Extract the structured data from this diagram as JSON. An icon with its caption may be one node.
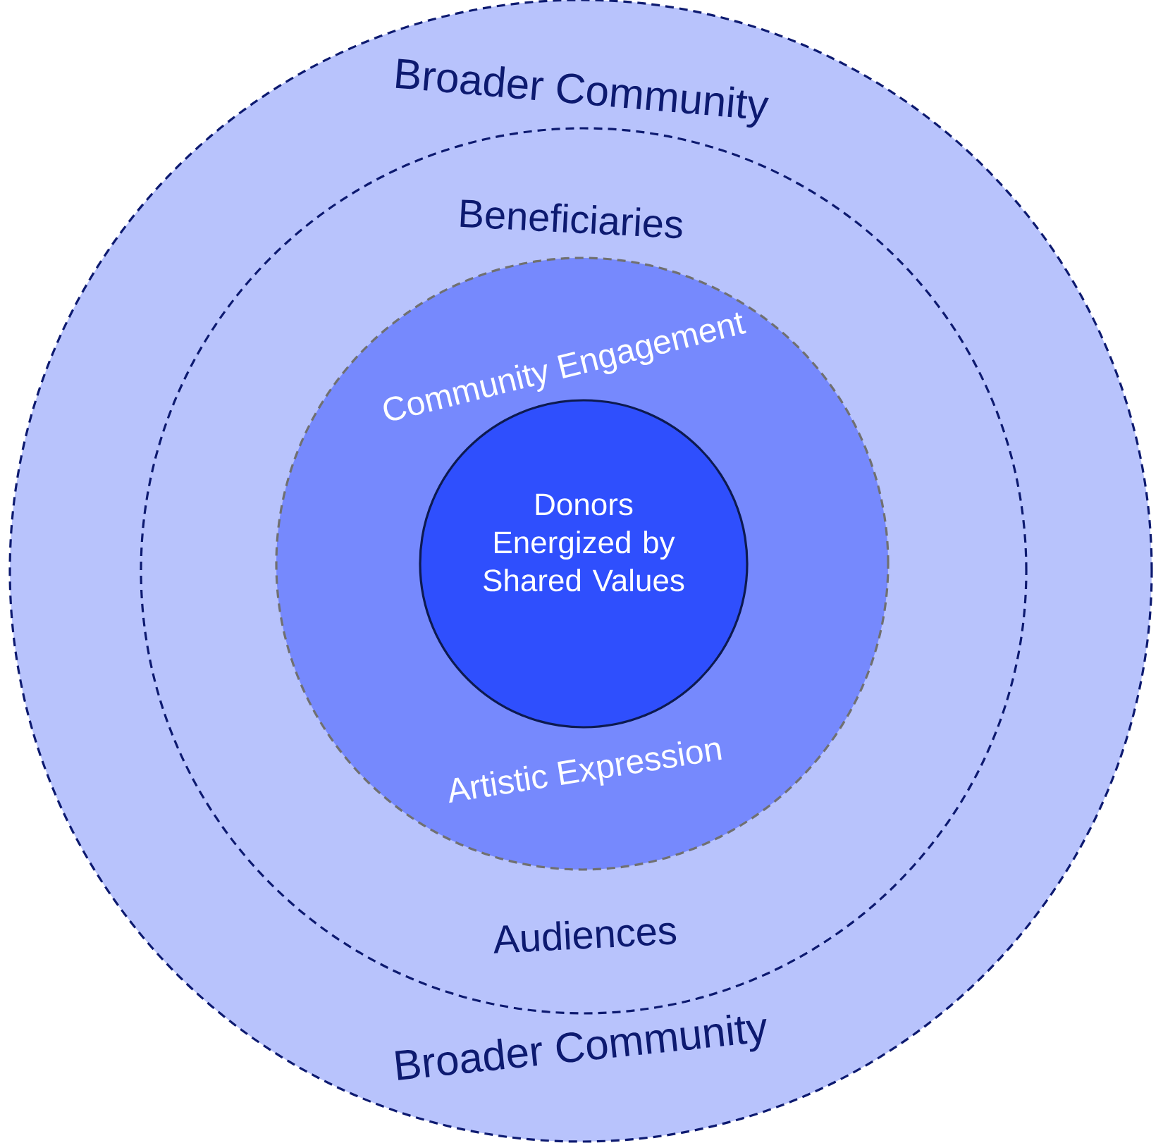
{
  "diagram": {
    "nodes": [
      {
        "text": [
          "Broader Community",
          "Broader Community"
        ]
      },
      {
        "text": [
          "Beneficiaries",
          "Audiences"
        ],
        "in": 0
      },
      {
        "text": [
          "Community Engagement",
          "Artistic Expression"
        ],
        "in": 1
      },
      {
        "text": [
          "Donors Energized by Shared Values"
        ],
        "in": 2
      }
    ]
  }
}
